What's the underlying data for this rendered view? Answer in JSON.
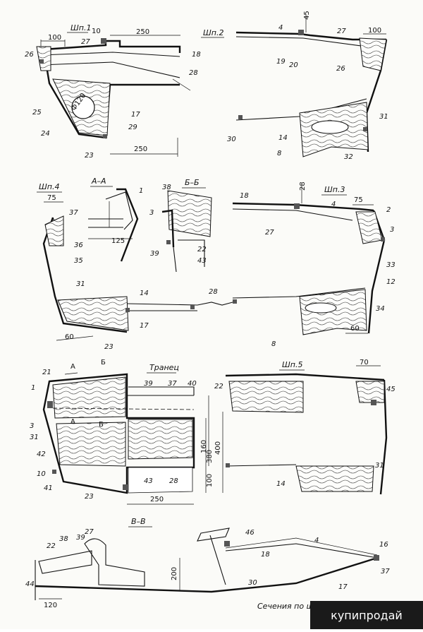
{
  "titles": {
    "shp1": "Шп.1",
    "shp2": "Шп.2",
    "shp3": "Шп.3",
    "shp4": "Шп.4",
    "shp5": "Шп.5",
    "aa": "А–А",
    "bb": "Б–Б",
    "transom": "Транец",
    "vv": "В–В"
  },
  "dimensions": {
    "shp1": [
      "100",
      "10",
      "250",
      "Ф120",
      "250"
    ],
    "shp2": [
      "45",
      "100"
    ],
    "shp3": [
      "28",
      "75",
      "60"
    ],
    "shp4": [
      "75",
      "60"
    ],
    "aa": [
      "125"
    ],
    "transom": [
      "160",
      "380",
      "400",
      "100",
      "250",
      "A",
      "Б",
      "A",
      "Б"
    ],
    "shp5": [
      "70"
    ],
    "vv": [
      "200",
      "120"
    ]
  },
  "parts": {
    "shp1": [
      "26",
      "27",
      "18",
      "28",
      "25",
      "24",
      "23",
      "17",
      "29"
    ],
    "shp2": [
      "4",
      "19",
      "20",
      "27",
      "26",
      "31",
      "30",
      "14",
      "8",
      "32"
    ],
    "shp4": [
      "37",
      "36",
      "35",
      "31",
      "14",
      "17",
      "23"
    ],
    "aa": [
      "1",
      "3"
    ],
    "bb": [
      "38",
      "39",
      "22",
      "43"
    ],
    "shp3": [
      "18",
      "4",
      "2",
      "27",
      "3",
      "33",
      "12",
      "34",
      "8",
      "28"
    ],
    "transom": [
      "21",
      "1",
      "3",
      "31",
      "42",
      "10",
      "41",
      "23",
      "39",
      "37",
      "40",
      "43",
      "28"
    ],
    "shp5": [
      "22",
      "45",
      "31",
      "14"
    ],
    "vv": [
      "22",
      "38",
      "39",
      "27",
      "46",
      "4",
      "16",
      "18",
      "37",
      "44",
      "30",
      "17"
    ]
  },
  "caption": "Сечения по шпа",
  "watermark": "купипродай"
}
